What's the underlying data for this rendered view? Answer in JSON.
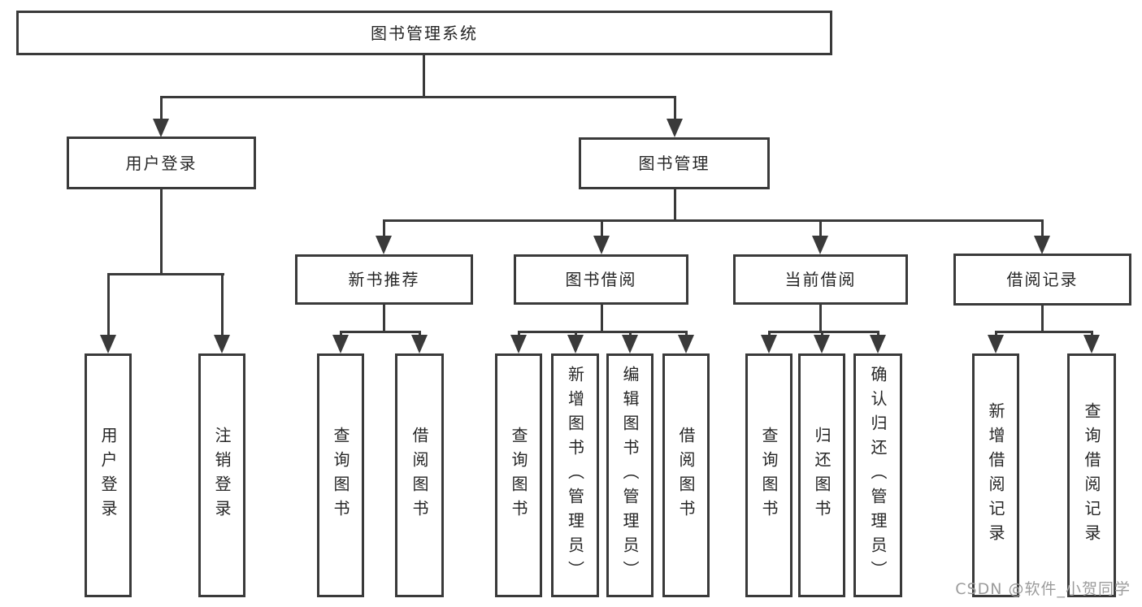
{
  "diagram": {
    "title": "图书管理系统",
    "level2": [
      {
        "label": "用户登录"
      },
      {
        "label": "图书管理"
      }
    ],
    "level3": [
      {
        "label": "新书推荐"
      },
      {
        "label": "图书借阅"
      },
      {
        "label": "当前借阅"
      },
      {
        "label": "借阅记录"
      }
    ],
    "leaves": {
      "userLogin": [
        "用户登录",
        "注销登录"
      ],
      "newBookRec": [
        "查询图书",
        "借阅图书"
      ],
      "bookBorrow": [
        "查询图书",
        "新增图书（管理员）",
        "编辑图书（管理员）",
        "借阅图书"
      ],
      "currentBorrow": [
        "查询图书",
        "归还图书",
        "确认归还（管理员）"
      ],
      "borrowRecords": [
        "新增借阅记录",
        "查询借阅记录"
      ]
    }
  },
  "watermark": {
    "text": "CSDN @软件_小贺同学"
  },
  "colors": {
    "line": "#3a3a3a",
    "text": "#262626",
    "watermark": "#9c9c9c",
    "background": "#ffffff"
  }
}
